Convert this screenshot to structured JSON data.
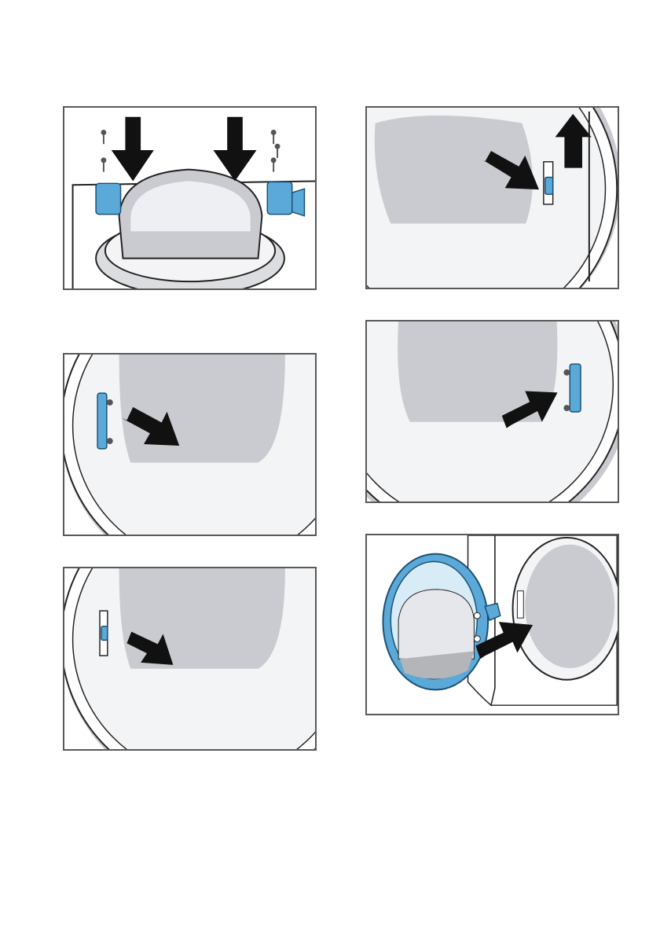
{
  "figures": [
    {
      "id": "p1",
      "icon": "screws-door-hinge-icon"
    },
    {
      "id": "p2",
      "icon": "hinge-left-arrow-icon"
    },
    {
      "id": "p3",
      "icon": "latch-left-arrow-icon"
    },
    {
      "id": "p4",
      "icon": "latch-right-up-arrow-icon"
    },
    {
      "id": "p5",
      "icon": "hinge-right-arrow-icon"
    },
    {
      "id": "p6",
      "icon": "door-reattach-arrow-icon"
    }
  ],
  "colors": {
    "frame": "#595959",
    "hinge_blue": "#5aa9d8",
    "arrow": "#111111",
    "glass_gray": "#c9cbd0"
  }
}
